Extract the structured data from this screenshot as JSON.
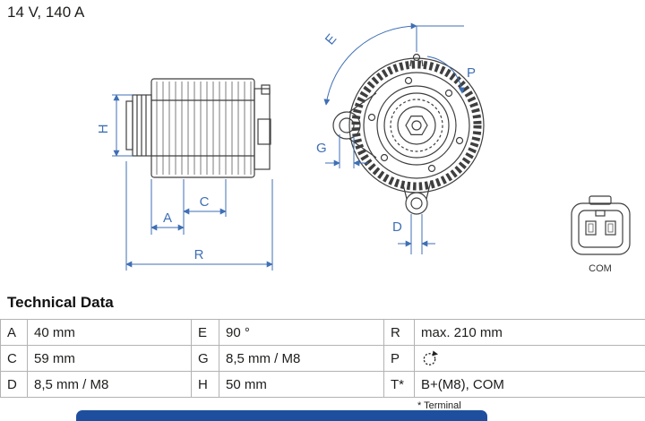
{
  "colors": {
    "dim": "#3f6fb5",
    "art": "#3f3f3f",
    "bar": "#1e4f9e"
  },
  "header": {
    "rating": "14 V, 140 A"
  },
  "diagram": {
    "dim_labels": {
      "A": "A",
      "C": "C",
      "D": "D",
      "E": "E",
      "G": "G",
      "H": "H",
      "P": "P",
      "R": "R"
    },
    "connector_label": "COM"
  },
  "technical_data": {
    "title": "Technical Data",
    "rows": [
      {
        "c1k": "A",
        "c1v": "40 mm",
        "c2k": "E",
        "c2v": "90 °",
        "c3k": "R",
        "c3v": "max. 210 mm"
      },
      {
        "c1k": "C",
        "c1v": "59 mm",
        "c2k": "G",
        "c2v": "8,5 mm / M8",
        "c3k": "P",
        "c3v_icon": "rotation-icon"
      },
      {
        "c1k": "D",
        "c1v": "8,5 mm / M8",
        "c2k": "H",
        "c2v": "50 mm",
        "c3k": "T*",
        "c3v": "B+(M8), COM"
      }
    ],
    "footnote": "* Terminal"
  }
}
